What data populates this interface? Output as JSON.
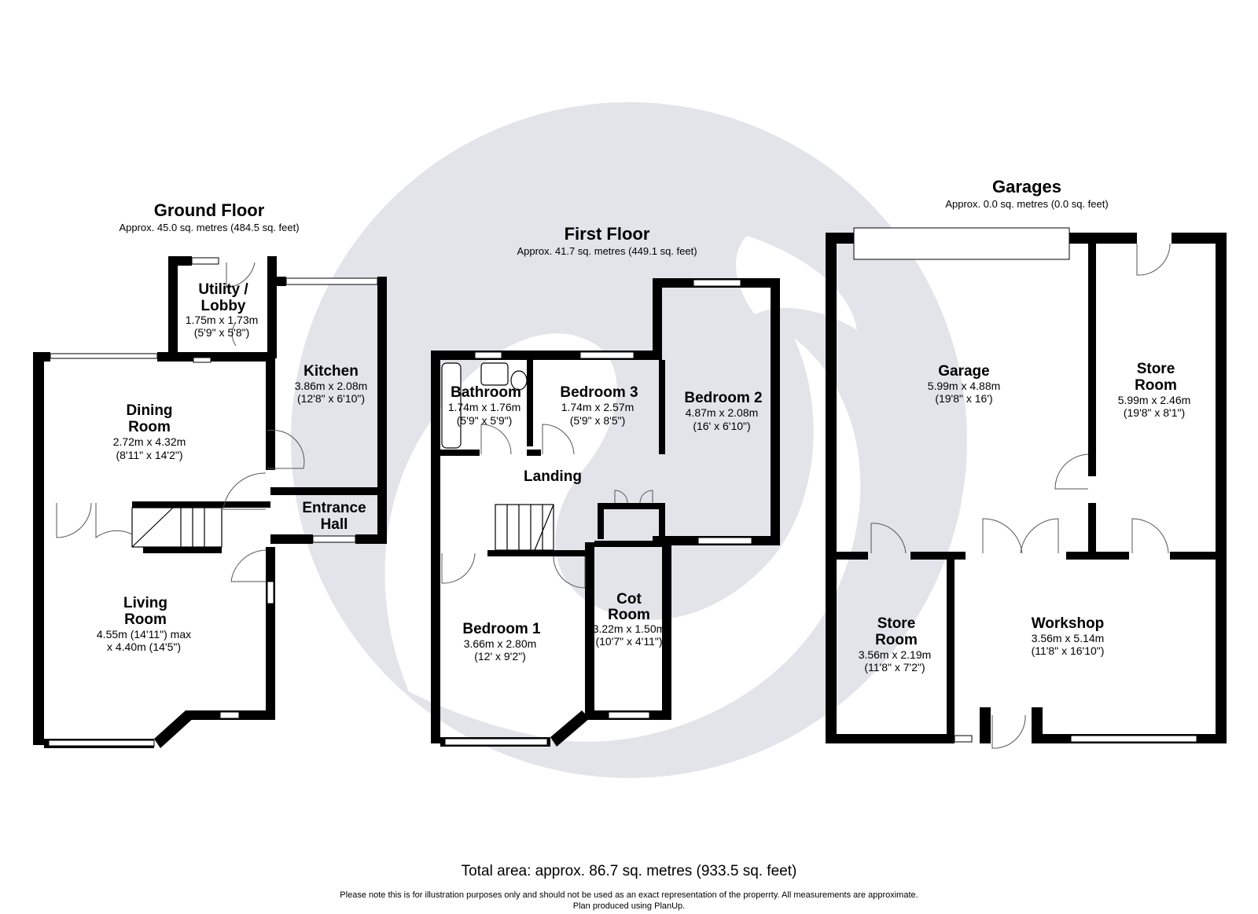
{
  "floors": {
    "ground": {
      "title": "Ground Floor",
      "area": "Approx. 45.0 sq. metres (484.5 sq. feet)"
    },
    "first": {
      "title": "First Floor",
      "area": "Approx. 41.7 sq. metres (449.1 sq. feet)"
    },
    "garages": {
      "title": "Garages",
      "area": "Approx. 0.0 sq. metres (0.0 sq. feet)"
    }
  },
  "rooms": {
    "utility": {
      "name1": "Utility /",
      "name2": "Lobby",
      "dim1": "1.75m x 1.73m",
      "dim2": "(5'9\" x 5'8\")"
    },
    "kitchen": {
      "name1": "Kitchen",
      "dim1": "3.86m x 2.08m",
      "dim2": "(12'8\" x 6'10\")"
    },
    "dining": {
      "name1": "Dining",
      "name2": "Room",
      "dim1": "2.72m x 4.32m",
      "dim2": "(8'11\" x 14'2\")"
    },
    "entrance": {
      "name1": "Entrance",
      "name2": "Hall"
    },
    "living": {
      "name1": "Living",
      "name2": "Room",
      "dim1": "4.55m (14'11\") max",
      "dim2": "x 4.40m (14'5\")"
    },
    "bathroom": {
      "name1": "Bathroom",
      "dim1": "1.74m x 1.76m",
      "dim2": "(5'9\" x 5'9\")"
    },
    "bedroom3": {
      "name1": "Bedroom 3",
      "dim1": "1.74m x 2.57m",
      "dim2": "(5'9\" x 8'5\")"
    },
    "bedroom2": {
      "name1": "Bedroom 2",
      "dim1": "4.87m x 2.08m",
      "dim2": "(16' x 6'10\")"
    },
    "landing": {
      "name1": "Landing"
    },
    "bedroom1": {
      "name1": "Bedroom 1",
      "dim1": "3.66m x 2.80m",
      "dim2": "(12' x 9'2\")"
    },
    "cot": {
      "name1": "Cot",
      "name2": "Room",
      "dim1": "3.22m x 1.50m",
      "dim2": "(10'7\" x 4'11\")"
    },
    "garage": {
      "name1": "Garage",
      "dim1": "5.99m x 4.88m",
      "dim2": "(19'8\" x 16')"
    },
    "store1": {
      "name1": "Store",
      "name2": "Room",
      "dim1": "5.99m x 2.46m",
      "dim2": "(19'8\" x 8'1\")"
    },
    "store2": {
      "name1": "Store",
      "name2": "Room",
      "dim1": "3.56m x 2.19m",
      "dim2": "(11'8\" x 7'2\")"
    },
    "workshop": {
      "name1": "Workshop",
      "dim1": "3.56m x 5.14m",
      "dim2": "(11'8\" x 16'10\")"
    }
  },
  "footer": {
    "total": "Total area: approx. 86.7 sq. metres (933.5 sq. feet)",
    "disclaimer": "Please note this is for illustration purposes only and should not be used as an exact representation of the properrty. All measurements are approximate.",
    "credit": "Plan produced using PlanUp."
  },
  "colors": {
    "wall": "#000000",
    "watermark": "#e3e3ea",
    "background": "#ffffff"
  }
}
